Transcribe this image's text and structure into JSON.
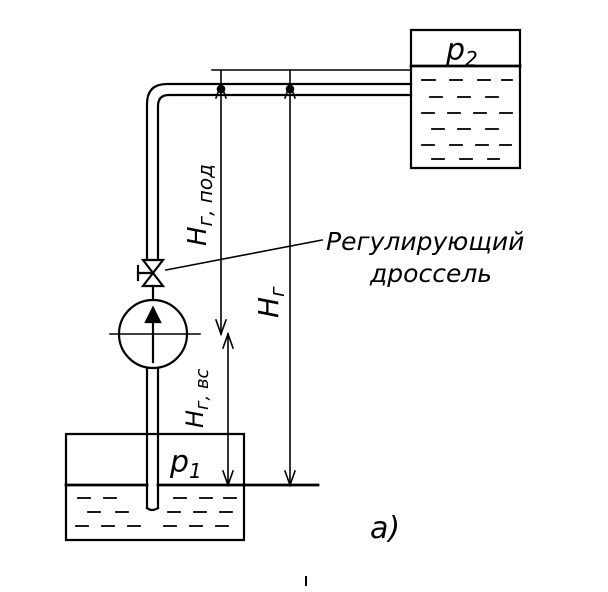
{
  "labels": {
    "p2": "p",
    "p2_sub": "2",
    "p1": "p",
    "p1_sub": "1",
    "h_pod": "H",
    "h_pod_sub": "г, под",
    "h_total": "H",
    "h_total_sub": "г",
    "h_vs": "H",
    "h_vs_sub": "г, вс",
    "throttle_line1": "Регулирующий",
    "throttle_line2": "дроссель",
    "figure_tag": "a)"
  },
  "colors": {
    "ink": "#000000",
    "paper": "#ffffff"
  }
}
